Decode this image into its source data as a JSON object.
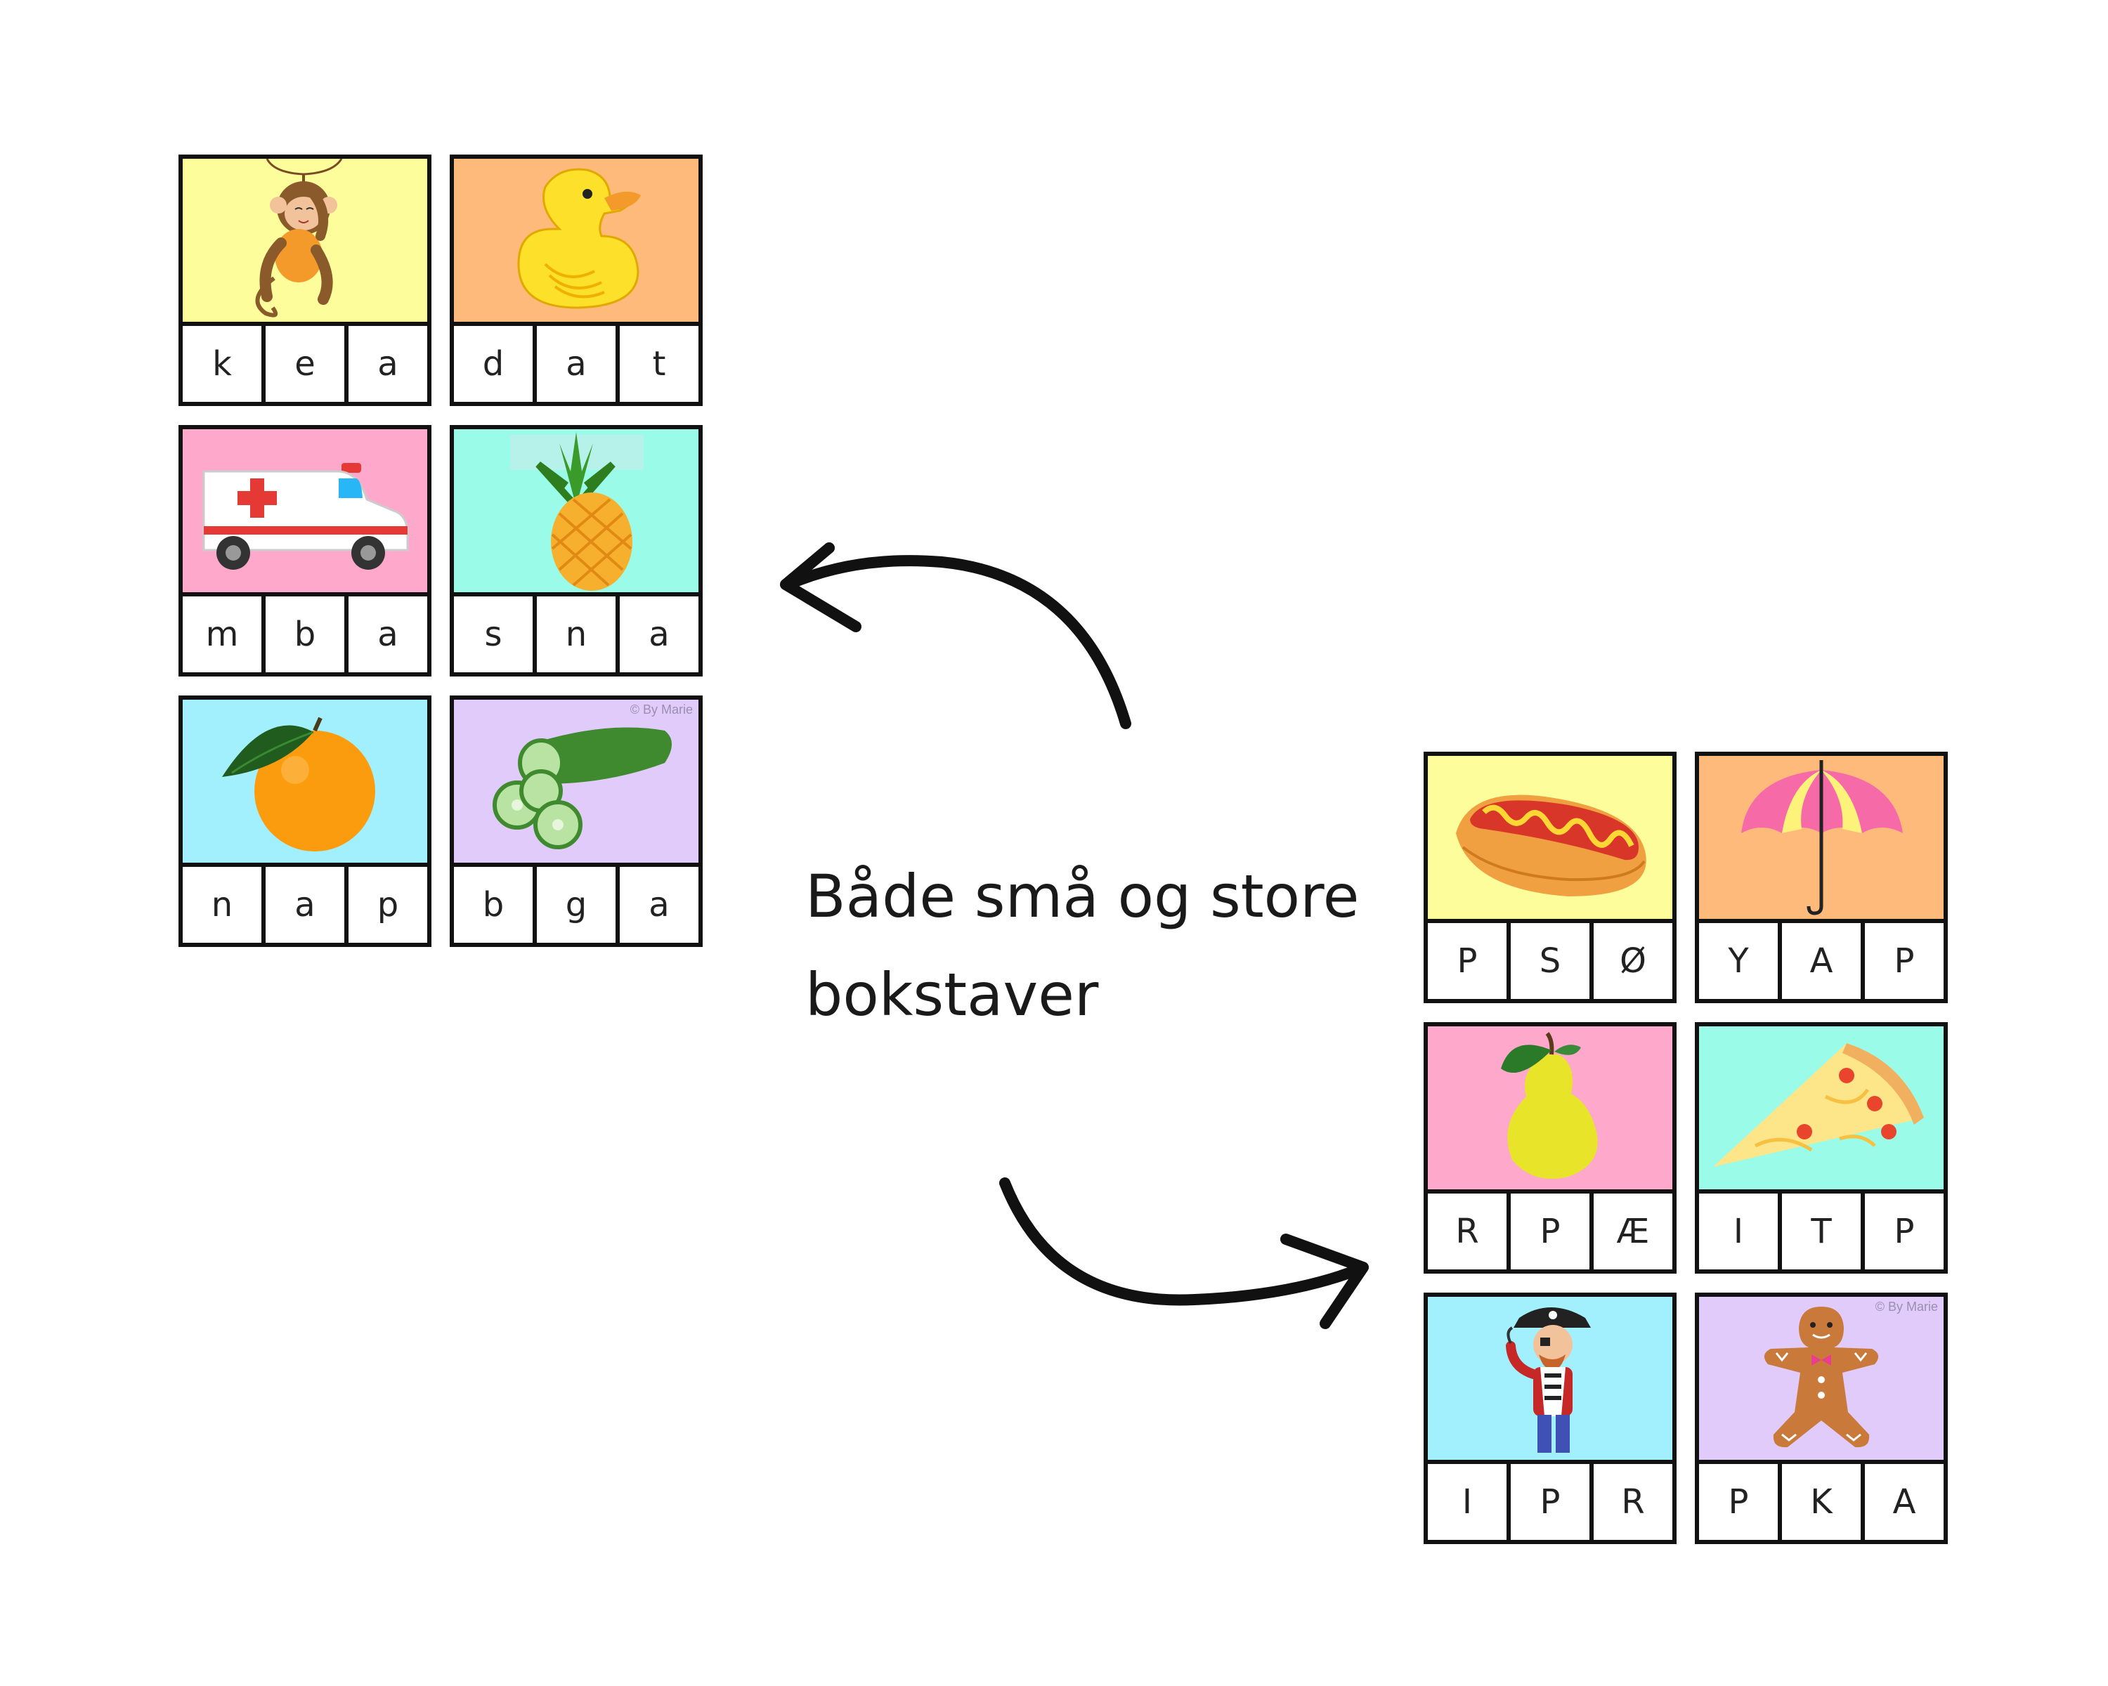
{
  "caption": "Både små og store bokstaver",
  "copyright": "© By Marie",
  "colors": {
    "yellow": "#fdfd9b",
    "orange": "#feba7b",
    "pink": "#fea8cc",
    "mint": "#9afbe8",
    "blue": "#a2f0fe",
    "lavender": "#e1cbfb"
  },
  "lowercase_cards": [
    {
      "picture": "monkey-icon",
      "bg": "#fdfd9b",
      "letters": [
        "k",
        "e",
        "a"
      ]
    },
    {
      "picture": "duck-icon",
      "bg": "#feba7b",
      "letters": [
        "d",
        "a",
        "t"
      ]
    },
    {
      "picture": "ambulance-icon",
      "bg": "#fea8cc",
      "letters": [
        "m",
        "b",
        "a"
      ]
    },
    {
      "picture": "pineapple-icon",
      "bg": "#9afbe8",
      "letters": [
        "s",
        "n",
        "a"
      ]
    },
    {
      "picture": "orange-icon",
      "bg": "#a2f0fe",
      "letters": [
        "n",
        "a",
        "p"
      ]
    },
    {
      "picture": "cucumber-icon",
      "bg": "#e1cbfb",
      "letters": [
        "b",
        "g",
        "a"
      ]
    }
  ],
  "uppercase_cards": [
    {
      "picture": "hotdog-icon",
      "bg": "#fdfd9b",
      "letters": [
        "P",
        "S",
        "Ø"
      ]
    },
    {
      "picture": "umbrella-icon",
      "bg": "#feba7b",
      "letters": [
        "Y",
        "A",
        "P"
      ]
    },
    {
      "picture": "pear-icon",
      "bg": "#fea8cc",
      "letters": [
        "R",
        "P",
        "Æ"
      ]
    },
    {
      "picture": "pizza-icon",
      "bg": "#9afbe8",
      "letters": [
        "I",
        "T",
        "P"
      ]
    },
    {
      "picture": "pirate-icon",
      "bg": "#a2f0fe",
      "letters": [
        "I",
        "P",
        "R"
      ]
    },
    {
      "picture": "gingerbread-icon",
      "bg": "#e1cbfb",
      "letters": [
        "P",
        "K",
        "A"
      ]
    }
  ]
}
